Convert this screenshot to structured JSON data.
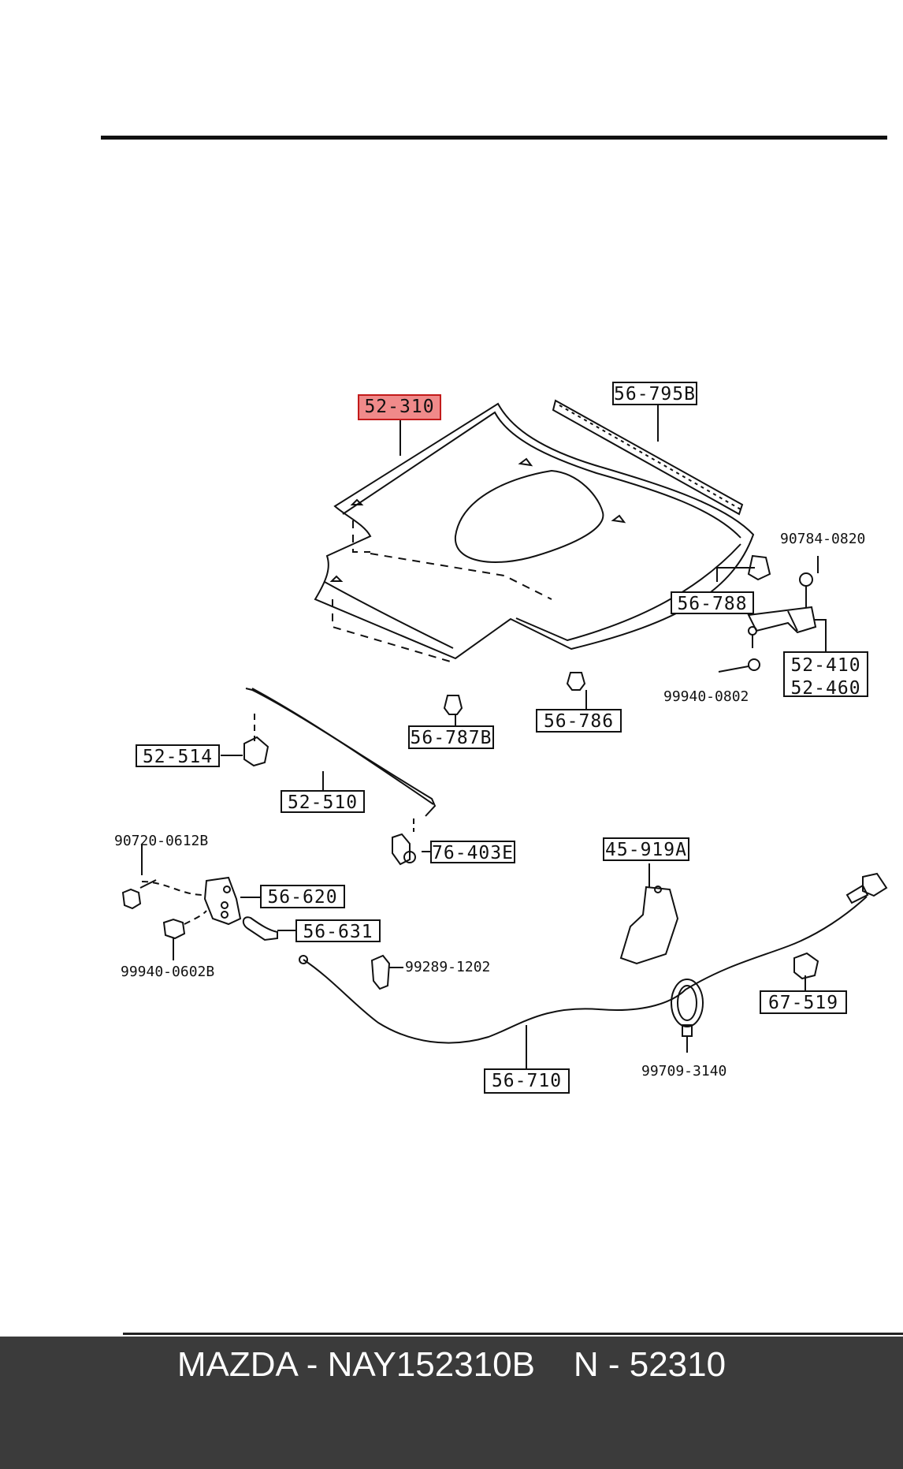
{
  "callouts": {
    "c52_310": "52-310",
    "c56_795B": "56-795B",
    "c56_788": "56-788",
    "c52_410": "52-410",
    "c52_460": "52-460",
    "c56_786": "56-786",
    "c56_787B": "56-787B",
    "c52_514": "52-514",
    "c52_510": "52-510",
    "c76_403E": "76-403E",
    "c56_620": "56-620",
    "c56_631": "56-631",
    "c45_919A": "45-919A",
    "c67_519": "67-519",
    "c56_710": "56-710"
  },
  "part_numbers": {
    "p90784_0820": "90784-0820",
    "p99940_0802": "99940-0802",
    "p90720_0612B": "90720-0612B",
    "p99940_0602B": "99940-0602B",
    "p99289_1202": "99289-1202",
    "p99709_3140": "99709-3140"
  },
  "footer": {
    "text": "MAZDA - NAY152310B    N - 52310"
  },
  "colors": {
    "highlight": "#f08a8a",
    "footer_bg": "#3b3b3b"
  }
}
